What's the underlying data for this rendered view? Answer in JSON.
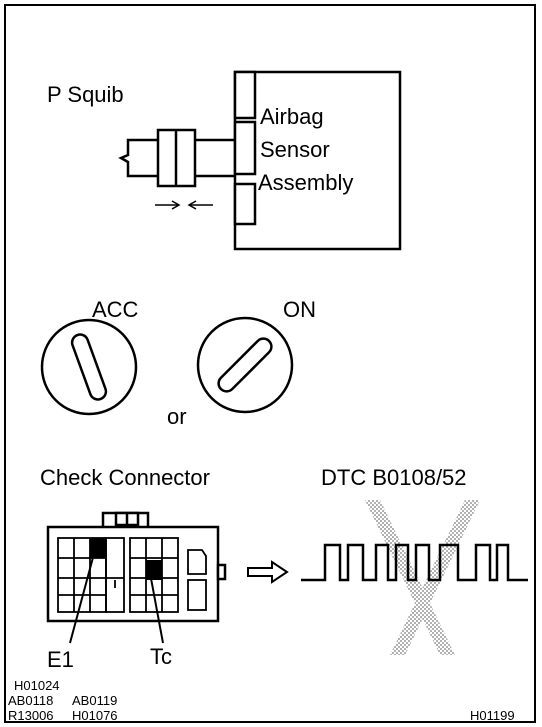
{
  "labels": {
    "p_squib": "P Squib",
    "airbag_line1": "Airbag",
    "airbag_line2": "Sensor",
    "airbag_line3": "Assembly",
    "acc": "ACC",
    "on": "ON",
    "or": "or",
    "check_connector": "Check Connector",
    "dtc": "DTC B0108/52",
    "e1": "E1",
    "tc": "Tc"
  },
  "references": {
    "left_col1_line1": "H01024",
    "left_col1_line2": "AB0118",
    "left_col1_line3": "R13006",
    "left_col2_line2": "AB0119",
    "left_col2_line3": "H01076",
    "right": "H01199"
  }
}
